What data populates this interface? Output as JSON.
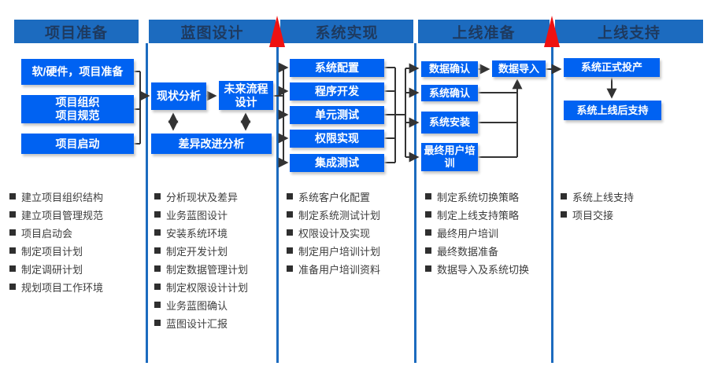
{
  "colors": {
    "header_bg": "#1c6bbf",
    "header_text": "#1e3a5f",
    "box_bg": "#0062f2",
    "box_text": "#ffffff",
    "divider": "#1c6bbf",
    "milestone_red": "#ee1111",
    "connector": "#333333",
    "bullet_text": "#3d3d3d"
  },
  "phases": [
    {
      "title": "项目准备",
      "boxes": [
        "软/硬件，项目准备",
        "项目组织\n项目规范",
        "项目启动"
      ],
      "bullets": [
        "建立项目组织结构",
        "建立项目管理规范",
        "项目启动会",
        "制定项目计划",
        "制定调研计划",
        "规划项目工作环境"
      ]
    },
    {
      "title": "蓝图设计",
      "boxes": [
        "现状分析",
        "未来流程设计",
        "差异改进分析"
      ],
      "bullets": [
        "分析现状及差异",
        "业务蓝图设计",
        "安装系统环境",
        "制定开发计划",
        "制定数据管理计划",
        "制定权限设计计划",
        "业务蓝图确认",
        "蓝图设计汇报"
      ]
    },
    {
      "title": "系统实现",
      "boxes": [
        "系统配置",
        "程序开发",
        "单元测试",
        "权限实现",
        "集成测试"
      ],
      "bullets": [
        "系统客户化配置",
        "制定系统测试计划",
        "权限设计及实现",
        "制定用户培训计划",
        "准备用户培训资料"
      ]
    },
    {
      "title": "上线准备",
      "boxes": [
        "数据确认",
        "数据导入",
        "系统确认",
        "系统安装",
        "最终用户培训"
      ],
      "bullets": [
        "制定系统切换策略",
        "制定上线支持策略",
        "最终用户培训",
        "最终数据准备",
        "数据导入及系统切换"
      ]
    },
    {
      "title": "上线支持",
      "boxes": [
        "系统正式投产",
        "系统上线后支持"
      ],
      "bullets": [
        "系统上线支持",
        "项目交接"
      ]
    }
  ]
}
